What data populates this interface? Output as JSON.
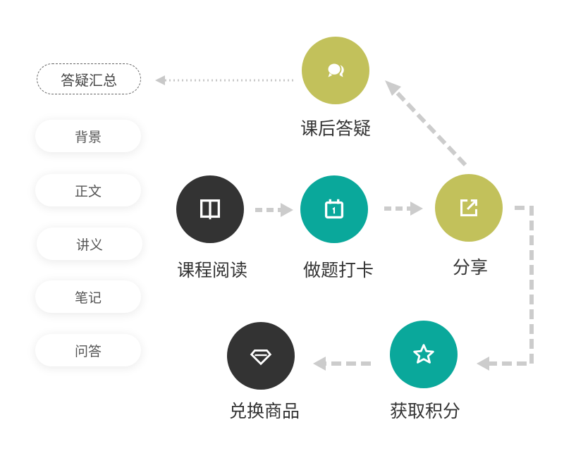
{
  "sidebar": {
    "summary": "答疑汇总",
    "items": [
      "背景",
      "正文",
      "讲义",
      "笔记",
      "问答"
    ]
  },
  "steps": {
    "reading": "课程阅读",
    "checkin": "做题打卡",
    "share": "分享",
    "qa": "课后答疑",
    "points": "获取积分",
    "redeem": "兑换商品"
  },
  "icons": {
    "reading": "book-icon",
    "checkin": "calendar-icon",
    "share": "share-icon",
    "qa": "chat-bubbles-icon",
    "points": "star-icon",
    "redeem": "diamond-icon"
  },
  "colors": {
    "dark": "#333333",
    "teal": "#0aa89b",
    "olive": "#c2c15b",
    "connector": "#cccccc"
  }
}
